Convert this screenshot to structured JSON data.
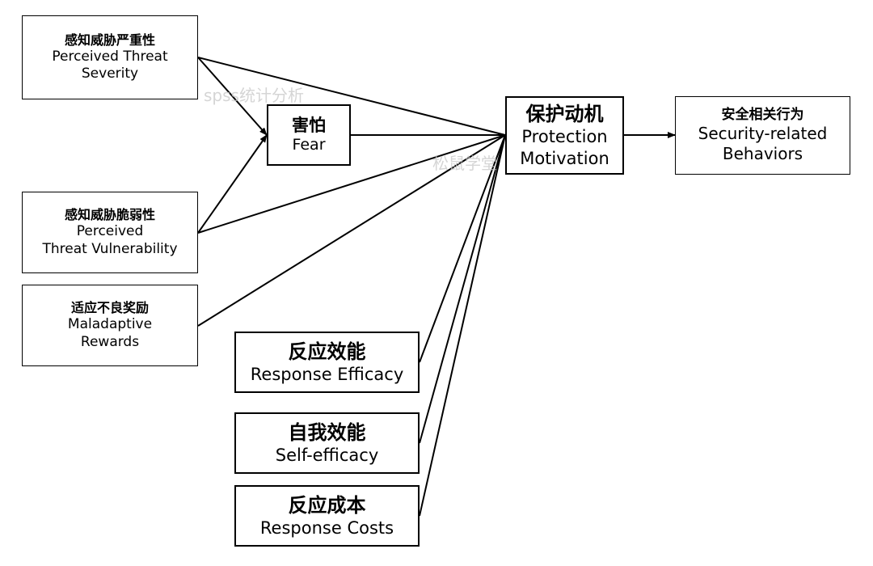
{
  "colors": {
    "line": "#000000",
    "background": "#ffffff",
    "watermark": "#c8c8c8"
  },
  "nodes": {
    "severity": {
      "zh": "感知威胁严重性",
      "en": "Perceived Threat\nSeverity"
    },
    "fear": {
      "zh": "害怕",
      "en": "Fear"
    },
    "vulnerability": {
      "zh": "感知威胁脆弱性",
      "en": "Perceived\nThreat Vulnerability"
    },
    "rewards": {
      "zh": "适应不良奖励",
      "en": "Maladaptive\nRewards"
    },
    "motivation": {
      "zh": "保护动机",
      "en": "Protection\nMotivation"
    },
    "behaviors": {
      "zh": "安全相关行为",
      "en": "Security-related\nBehaviors"
    },
    "response_efficacy": {
      "zh": "反应效能",
      "en": "Response Efficacy"
    },
    "self_efficacy": {
      "zh": "自我效能",
      "en": "Self-efficacy"
    },
    "response_costs": {
      "zh": "反应成本",
      "en": "Response Costs"
    }
  },
  "edges": [
    {
      "from": "severity",
      "to": "fear",
      "arrow": true
    },
    {
      "from": "severity",
      "to": "motivation",
      "arrow": false
    },
    {
      "from": "vulnerability",
      "to": "fear",
      "arrow": true
    },
    {
      "from": "vulnerability",
      "to": "motivation",
      "arrow": false
    },
    {
      "from": "fear",
      "to": "motivation",
      "arrow": false
    },
    {
      "from": "rewards",
      "to": "motivation",
      "arrow": false
    },
    {
      "from": "response_efficacy",
      "to": "motivation",
      "arrow": false
    },
    {
      "from": "self_efficacy",
      "to": "motivation",
      "arrow": false
    },
    {
      "from": "response_costs",
      "to": "motivation",
      "arrow": false
    },
    {
      "from": "motivation",
      "to": "behaviors",
      "arrow": true
    }
  ],
  "watermarks": [
    "spss统计分析",
    "松鼠学堂"
  ]
}
